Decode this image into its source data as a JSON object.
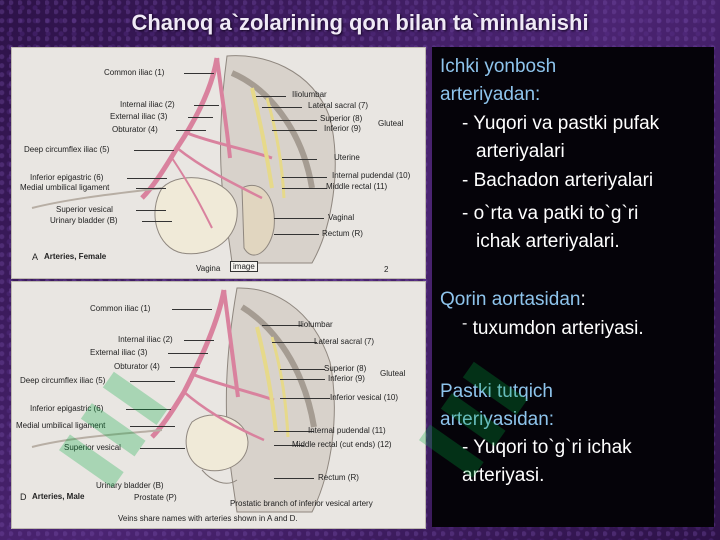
{
  "title": "Chanoq a`zolarining qon bilan ta`minlanishi",
  "figure_a": {
    "panel_letter": "A",
    "panel_title": "Arteries, Female",
    "page_number": "2",
    "image_tag": "image",
    "labels_left": [
      "Common iliac (1)",
      "Internal iliac (2)",
      "External iliac (3)",
      "Obturator (4)",
      "Deep circumflex iliac (5)",
      "Inferior epigastric (6)",
      "Medial umbilical ligament",
      "Superior vesical",
      "Urinary bladder (B)",
      "Vagina"
    ],
    "labels_right": [
      "Iliolumbar",
      "Lateral sacral (7)",
      "Superior (8)",
      "Inferior (9)",
      "Gluteal",
      "Uterine",
      "Internal pudendal (10)",
      "Middle rectal (11)",
      "Vaginal",
      "Rectum (R)"
    ]
  },
  "figure_d": {
    "panel_letter": "D",
    "panel_title": "Arteries, Male",
    "caption": "Veins share names with arteries shown in A and D.",
    "labels_left": [
      "Common iliac (1)",
      "Internal iliac (2)",
      "External iliac (3)",
      "Obturator (4)",
      "Deep circumflex iliac (5)",
      "Inferior epigastric (6)",
      "Medial umbilical ligament",
      "Superior vesical",
      "Urinary bladder (B)",
      "Prostate (P)"
    ],
    "labels_right": [
      "Iliolumbar",
      "Lateral sacral (7)",
      "Superior (8)",
      "Inferior (9)",
      "Gluteal",
      "Inferior vesical (10)",
      "Internal pudendal (11)",
      "Middle rectal (cut ends) (12)",
      "Rectum (R)",
      "Prostatic branch of inferior vesical artery"
    ]
  },
  "panel": {
    "section1_heading_line1": "Ichki  yonbosh",
    "section1_heading_line2": "arteriyadan:",
    "item1_line1": "- Yuqori va pastki pufak",
    "item1_line2": "arteriyalari",
    "item2": "- Bachadon arteriyalari",
    "item3_line1": "- o`rta va patki to`g`ri",
    "item3_line2": "ichak arteriyalari.",
    "section2_heading": "Qorin aortasidan",
    "section2_colon": ":",
    "item4_dash": "-",
    "item4": "tuxumdon arteriyasi.",
    "section3_heading_line1": "Pastki tutqich",
    "section3_heading_line2": "arteriyasidan:",
    "item5_line1": "- Yuqori to`g`ri ichak",
    "item5_line2": "arteriyasi."
  },
  "colors": {
    "heading": "#8ec4ec",
    "artery": "#d9829e",
    "nerve": "#e6d98a",
    "panel_bg": "#050309"
  }
}
